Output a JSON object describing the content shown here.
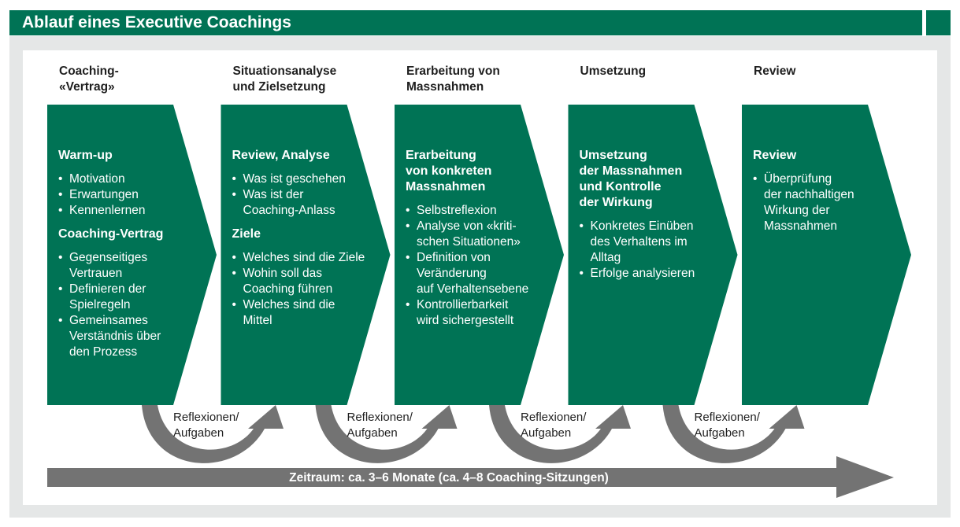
{
  "title": "Ablauf eines Executive Coachings",
  "colors": {
    "green": "#007355",
    "gray": "#737373",
    "panel_frame": "#e5e7e7"
  },
  "phases": [
    {
      "heading": "Coaching-\n«Vertrag»",
      "sections": [
        {
          "title": "Warm-up",
          "items": [
            "Motivation",
            "Erwartungen",
            "Kennenlernen"
          ]
        },
        {
          "title": "Coaching-Vertrag",
          "items": [
            "Gegenseitiges\nVertrauen",
            "Definieren der\nSpielregeln",
            "Gemeinsames\nVerständnis über\nden Prozess"
          ]
        }
      ]
    },
    {
      "heading": "Situationsanalyse\nund Zielsetzung",
      "sections": [
        {
          "title": "Review, Analyse",
          "items": [
            "Was ist geschehen",
            "Was ist der\nCoaching-Anlass"
          ]
        },
        {
          "title": "Ziele",
          "items": [
            "Welches sind die Ziele",
            "Wohin soll das\nCoaching führen",
            "Welches sind die\nMittel"
          ]
        }
      ]
    },
    {
      "heading": "Erarbeitung von\nMassnahmen",
      "sections": [
        {
          "title": "Erarbeitung\nvon konkreten\nMassnahmen",
          "items": [
            "Selbstreflexion",
            "Analyse von «kriti-\nschen Situationen»",
            "Definition von\nVeränderung\nauf Verhaltensebene",
            "Kontrollierbarkeit\nwird sichergestellt"
          ]
        }
      ]
    },
    {
      "heading": "Umsetzung",
      "sections": [
        {
          "title": "Umsetzung\nder Massnahmen\nund Kontrolle\nder Wirkung",
          "items": [
            "Konkretes Einüben\ndes Verhaltens im\nAlltag",
            "Erfolge analysieren"
          ]
        }
      ]
    },
    {
      "heading": "Review",
      "sections": [
        {
          "title": "Review",
          "items": [
            "Überprüfung\nder nachhaltigen\nWirkung der\nMassnahmen"
          ]
        }
      ]
    }
  ],
  "feedback_label": "Reflexionen/\nAufgaben",
  "feedback_count": 4,
  "timeline_label": "Zeitraum: ca. 3–6 Monate (ca. 4–8 Coaching-Sitzungen)"
}
